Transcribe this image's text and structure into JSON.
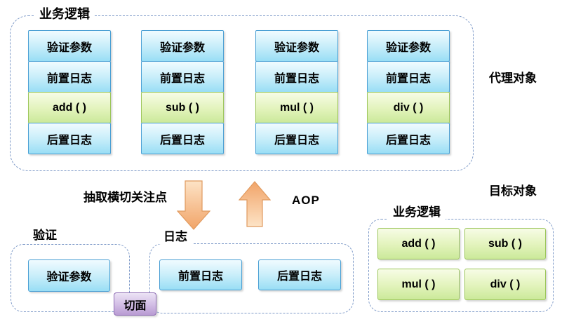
{
  "colors": {
    "dash_border": "#7e9ac8",
    "blue_box_border": "#4a9fd4",
    "blue_box_fill": "#99def5",
    "green_box_border": "#9cc65a",
    "green_box_fill": "#cbe99a",
    "purple_box_border": "#8f6db5",
    "purple_box_fill": "#b99bd3",
    "arrow_fill": "#f2a96c"
  },
  "proxy_group": {
    "label": "业务逻辑",
    "side_label": "代理对象",
    "columns": [
      {
        "rows": [
          "验证参数",
          "前置日志",
          "add ( )",
          "后置日志"
        ]
      },
      {
        "rows": [
          "验证参数",
          "前置日志",
          "sub ( )",
          "后置日志"
        ]
      },
      {
        "rows": [
          "验证参数",
          "前置日志",
          "mul ( )",
          "后置日志"
        ]
      },
      {
        "rows": [
          "验证参数",
          "前置日志",
          "div ( )",
          "后置日志"
        ]
      }
    ]
  },
  "middle": {
    "extract_label": "抽取横切关注点",
    "aop_label": "AOP"
  },
  "validation_group": {
    "label": "验证",
    "boxes": [
      "验证参数"
    ]
  },
  "logging_group": {
    "label": "日志",
    "boxes": [
      "前置日志",
      "后置日志"
    ]
  },
  "aspect_label": "切面",
  "target_group": {
    "title": "目标对象",
    "label": "业务逻辑",
    "boxes": [
      "add ( )",
      "sub ( )",
      "mul ( )",
      "div ( )"
    ]
  }
}
